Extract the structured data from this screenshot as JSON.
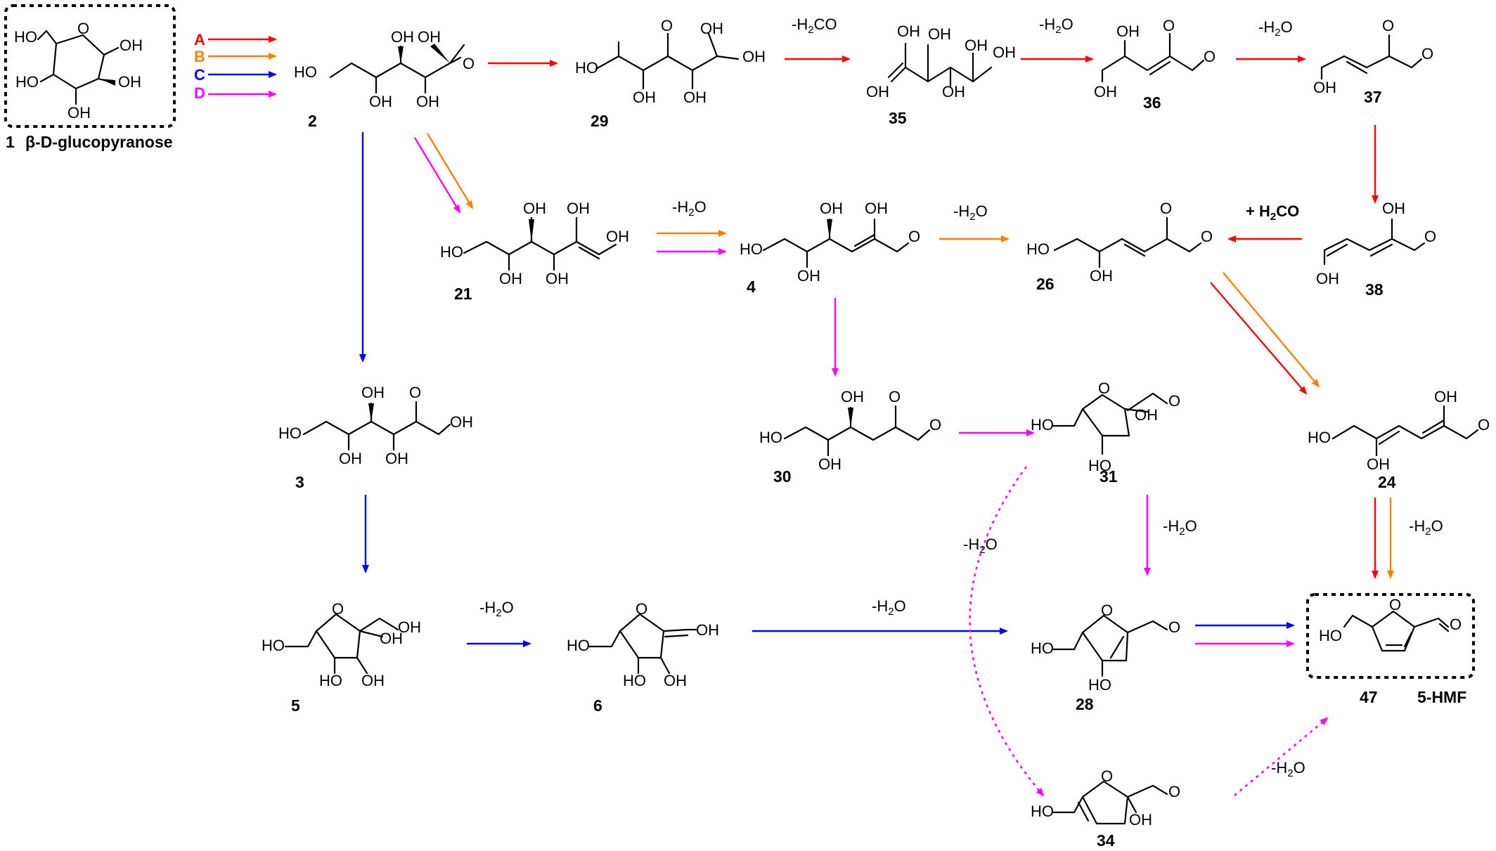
{
  "colors": {
    "A": "#ff0000",
    "B": "#ff8000",
    "C": "#0000ff",
    "D": "#ff00ff"
  },
  "legend": [
    {
      "key": "A",
      "label": "A"
    },
    {
      "key": "B",
      "label": "B"
    },
    {
      "key": "C",
      "label": "C"
    },
    {
      "key": "D",
      "label": "D"
    }
  ],
  "start": {
    "number": "1",
    "name": "β-D-glucopyranose"
  },
  "product": {
    "number": "47",
    "name": "5-HMF"
  },
  "compounds": {
    "c2": "2",
    "c29": "29",
    "c35": "35",
    "c36": "36",
    "c37": "37",
    "c38": "38",
    "c21": "21",
    "c4": "4",
    "c26": "26",
    "c3": "3",
    "c30": "30",
    "c31": "31",
    "c24": "24",
    "c5": "5",
    "c6": "6",
    "c28": "28",
    "c34": "34"
  },
  "conditions": {
    "minus_h2co": "-H2CO",
    "plus_h2co": "+ H2CO",
    "minus_h2o": "-H2O"
  },
  "atoms": {
    "oh": "OH",
    "ho": "HO",
    "o": "O"
  }
}
